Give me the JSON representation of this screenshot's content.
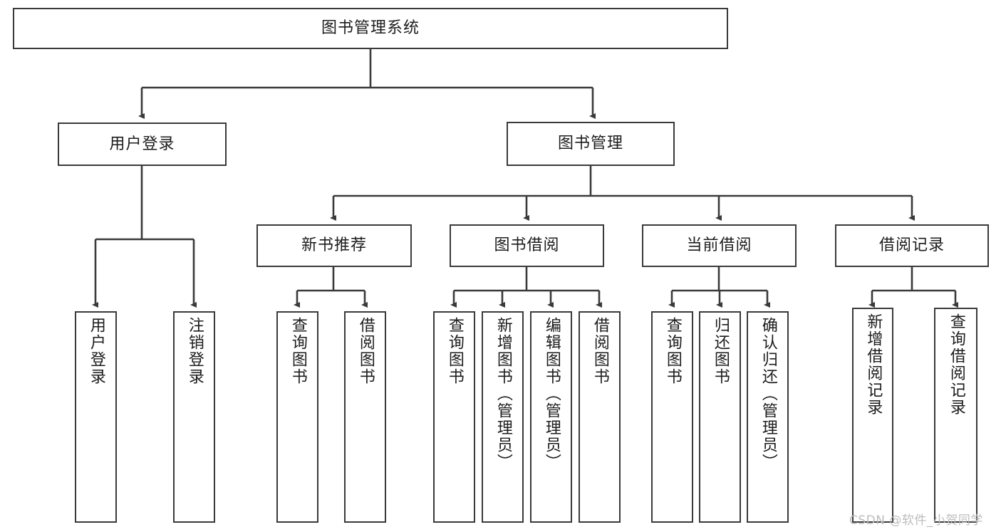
{
  "diagram": {
    "type": "tree-hierarchy-chart",
    "title_node": {
      "label": "图书管理系统"
    },
    "level2": [
      {
        "id": "user-login",
        "label": "用户登录"
      },
      {
        "id": "book-management",
        "label": "图书管理"
      }
    ],
    "level3": [
      {
        "id": "new-book-recommend",
        "label": "新书推荐"
      },
      {
        "id": "book-borrow",
        "label": "图书借阅"
      },
      {
        "id": "current-borrow",
        "label": "当前借阅"
      },
      {
        "id": "borrow-record",
        "label": "借阅记录"
      }
    ],
    "leaves": {
      "user_login": [
        {
          "id": "leaf-user-login",
          "label": "用户登录"
        },
        {
          "id": "leaf-logout",
          "label": "注销登录"
        }
      ],
      "new_book_recommend": [
        {
          "id": "leaf-query-book-1",
          "label": "查询图书"
        },
        {
          "id": "leaf-borrow-book-1",
          "label": "借阅图书"
        }
      ],
      "book_borrow": [
        {
          "id": "leaf-query-book-2",
          "label": "查询图书"
        },
        {
          "id": "leaf-add-book",
          "label": "新增图书（管理员）"
        },
        {
          "id": "leaf-edit-book",
          "label": "编辑图书（管理员）"
        },
        {
          "id": "leaf-borrow-book-2",
          "label": "借阅图书"
        }
      ],
      "current_borrow": [
        {
          "id": "leaf-query-book-3",
          "label": "查询图书"
        },
        {
          "id": "leaf-return-book",
          "label": "归还图书"
        },
        {
          "id": "leaf-confirm-return",
          "label": "确认归还（管理员）"
        }
      ],
      "borrow_record": [
        {
          "id": "leaf-add-record",
          "label": "新增借阅记录"
        },
        {
          "id": "leaf-query-record",
          "label": "查询借阅记录"
        }
      ]
    },
    "colors": {
      "border": "#3a3a3a",
      "text": "#1c1c1c",
      "background": "#ffffff",
      "edge": "#3a3a3a",
      "watermark": "#bcbcbc"
    }
  },
  "watermark": {
    "text": "CSDN @软件_小贺同学"
  }
}
